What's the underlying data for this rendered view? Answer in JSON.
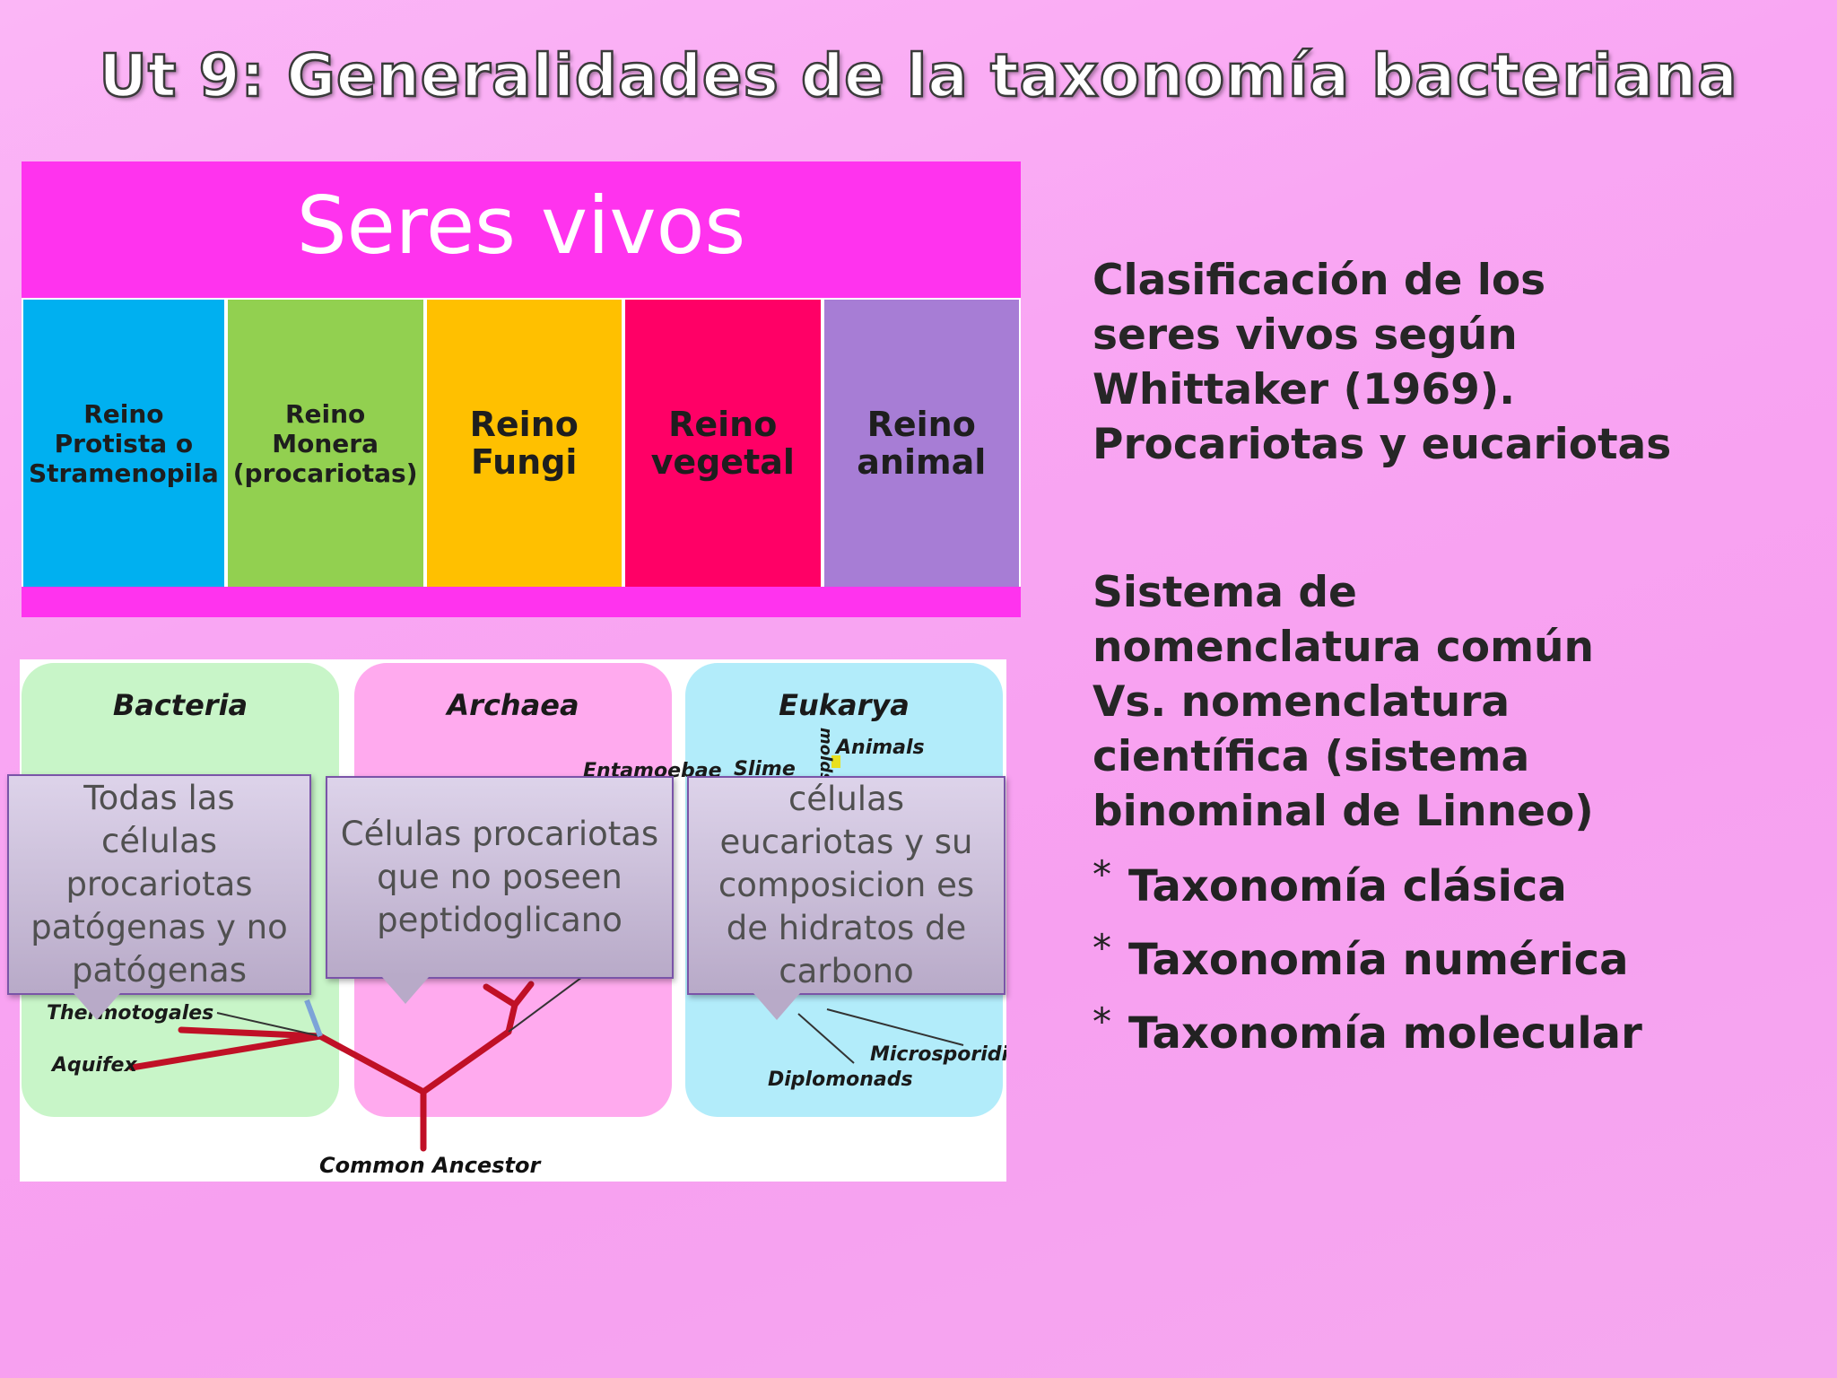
{
  "slide": {
    "title": "Ut 9: Generalidades de la taxonomía bacteriana"
  },
  "seres_vivos": {
    "header": "Seres vivos",
    "kingdoms": [
      {
        "line1": "Reino",
        "line2": "Protista o",
        "line3": "Stramenopila",
        "color": "#00b0f0"
      },
      {
        "line1": "Reino Monera",
        "line2": "(procariotas)",
        "color": "#92d050"
      },
      {
        "line1": "Reino",
        "line2": "Fungi",
        "color": "#ffc000"
      },
      {
        "line1": "Reino",
        "line2": "vegetal",
        "color": "#ff0066"
      },
      {
        "line1": "Reino",
        "line2": "animal",
        "color": "#a77dd5"
      }
    ]
  },
  "tree": {
    "domains": [
      "Bacteria",
      "Archaea",
      "Eukarya"
    ],
    "labels": {
      "thermotogales": "Thermotogales",
      "aquifex": "Aquifex",
      "animals": "Animals",
      "entamoebae": "Entamoebae",
      "slime": "Slime",
      "molds": "molds",
      "microsporidia": "Microsporidia",
      "diplomonads": "Diplomonads",
      "common_ancestor": "Common Ancestor"
    }
  },
  "callouts": {
    "bacteria": [
      "Todas las",
      "células",
      "procariotas",
      "patógenas y no",
      "patógenas"
    ],
    "archaea": [
      "Células procariotas",
      "que no poseen",
      "peptidoglicano"
    ],
    "eukarya": [
      "células",
      "eucariotas y su",
      "composicion es",
      "de hidratos de",
      "carbono"
    ]
  },
  "right_panel": {
    "block1": [
      "Clasificación de los",
      "seres vivos según",
      "Whittaker (1969).",
      "Procariotas y eucariotas"
    ],
    "block2": [
      "Sistema de",
      "nomenclatura común",
      "Vs. nomenclatura",
      "científica (sistema",
      "binominal de Linneo)"
    ],
    "bullets": [
      "Taxonomía clásica",
      "Taxonomía numérica",
      "Taxonomía molecular"
    ],
    "bullet_symbol": "*"
  }
}
